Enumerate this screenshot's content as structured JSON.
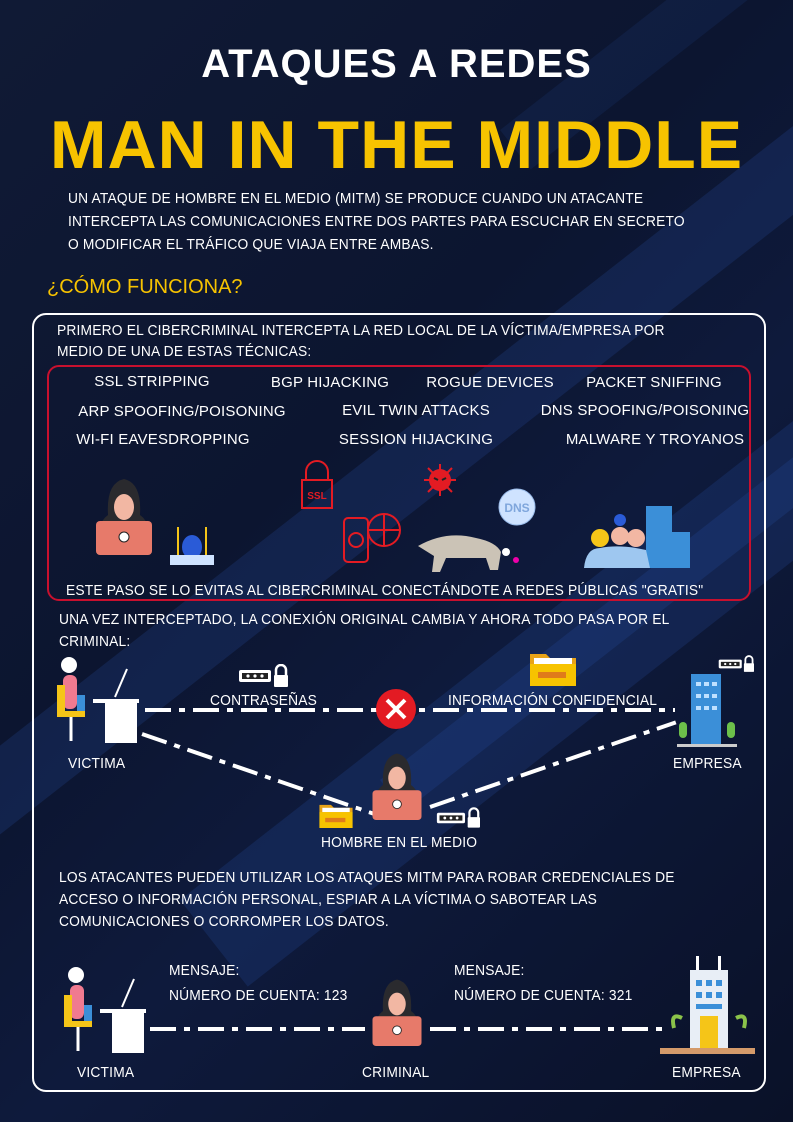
{
  "header": {
    "subtitle": "ATAQUES A REDES",
    "title": "MAN IN THE MIDDLE",
    "intro": [
      "UN ATAQUE DE HOMBRE EN EL MEDIO (MITM) SE PRODUCE CUANDO UN ATACANTE",
      "INTERCEPTA LAS COMUNICACIONES ENTRE DOS PARTES PARA ESCUCHAR EN SECRETO",
      "O MODIFICAR EL TRÁFICO QUE VIAJA ENTRE AMBAS."
    ]
  },
  "section_title": "¿CÓMO FUNCIONA?",
  "step1": {
    "text": [
      "PRIMERO EL CIBERCRIMINAL INTERCEPTA LA RED LOCAL DE LA VÍCTIMA/EMPRESA POR",
      "MEDIO DE UNA DE ESTAS TÉCNICAS:"
    ],
    "techniques": [
      "SSL STRIPPING",
      "BGP HIJACKING",
      "ROGUE DEVICES",
      "PACKET SNIFFING",
      "ARP SPOOFING/POISONING",
      "EVIL TWIN ATTACKS",
      "DNS SPOOFING/POISONING",
      "WI-FI EAVESDROPPING",
      "SESSION HIJACKING",
      "MALWARE Y TROYANOS"
    ],
    "ssl_label": "SSL",
    "dns_label": "DNS",
    "note": "ESTE PASO SE LO EVITAS AL CIBERCRIMINAL CONECTÁNDOTE A REDES PÚBLICAS \"GRATIS\""
  },
  "step2": {
    "text": [
      "UNA VEZ INTERCEPTADO, LA CONEXIÓN ORIGINAL CAMBIA Y AHORA TODO PASA POR EL",
      "CRIMINAL:"
    ],
    "passwords": "CONTRASEÑAS",
    "confidential": "INFORMACIÓN CONFIDENCIAL",
    "victim": "VICTIMA",
    "company": "EMPRESA",
    "mitm": "HOMBRE EN EL MEDIO"
  },
  "step3": {
    "text": [
      "LOS ATACANTES PUEDEN UTILIZAR LOS ATAQUES MITM PARA ROBAR CREDENCIALES DE",
      "ACCESO O INFORMACIÓN PERSONAL, ESPIAR A LA VÍCTIMA O SABOTEAR LAS",
      "COMUNICACIONES O CORROMPER LOS DATOS."
    ],
    "msg_left": {
      "label": "MENSAJE:",
      "value": "NÚMERO DE CUENTA: 123"
    },
    "msg_right": {
      "label": "MENSAJE:",
      "value": "NÚMERO DE CUENTA: 321"
    },
    "victim": "VICTIMA",
    "criminal": "CRIMINAL",
    "company": "EMPRESA"
  },
  "colors": {
    "accent": "#f7c300",
    "alert": "#c8102e",
    "background": "#0e1734"
  }
}
